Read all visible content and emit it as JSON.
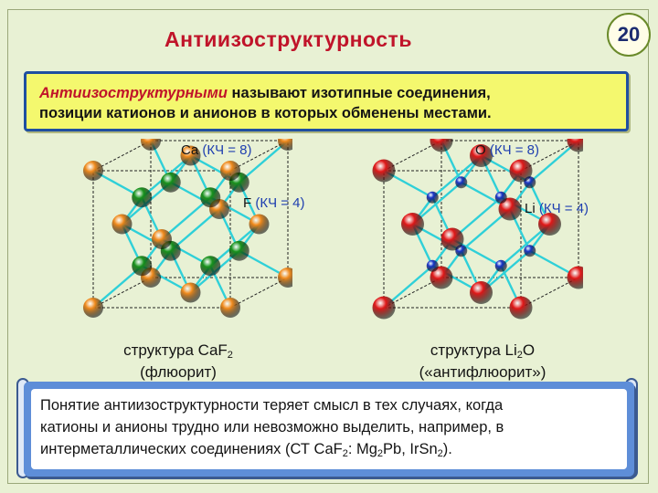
{
  "slide": {
    "title": "Антиизоструктурность",
    "number": "20"
  },
  "definition": {
    "term": "Антиизоструктурными",
    "rest_line1": " называют изотипные соединения,",
    "line2": "позиции катионов и анионов в которых обменены местами."
  },
  "left_structure": {
    "label_top": "Ca",
    "label_top_kc": "(КЧ = 8)",
    "label_mid": "F",
    "label_mid_kc": "(КЧ = 4)",
    "caption_prefix": "структура CaF",
    "caption_sub": "2",
    "caption2": "(флюорит)",
    "big_color": "#f08a1c",
    "small_color": "#18921c"
  },
  "right_structure": {
    "label_top": "O",
    "label_top_kc": "(КЧ = 8)",
    "label_mid": "Li",
    "label_mid_kc": "(КЧ = 4)",
    "caption_prefix": "структура Li",
    "caption_sub": "2",
    "caption_suffix": "O",
    "caption2": "(«антифлюорит»)",
    "big_color": "#e01818",
    "small_color": "#1a35c8"
  },
  "note": {
    "line1": "Понятие антиизоструктурности теряет смысл в тех случаях, когда",
    "line2": "катионы и анионы трудно или невозможно выделить, например, в",
    "line3_a": "интерметаллических соединениях (СТ CaF",
    "line3_b": "2",
    "line3_c": ": Mg",
    "line3_d": "2",
    "line3_e": "Pb, IrSn",
    "line3_f": "2",
    "line3_g": ")."
  },
  "colors": {
    "title": "#c0142a",
    "definition_bg": "#f4f86e",
    "bond": "#2fd0d8"
  }
}
